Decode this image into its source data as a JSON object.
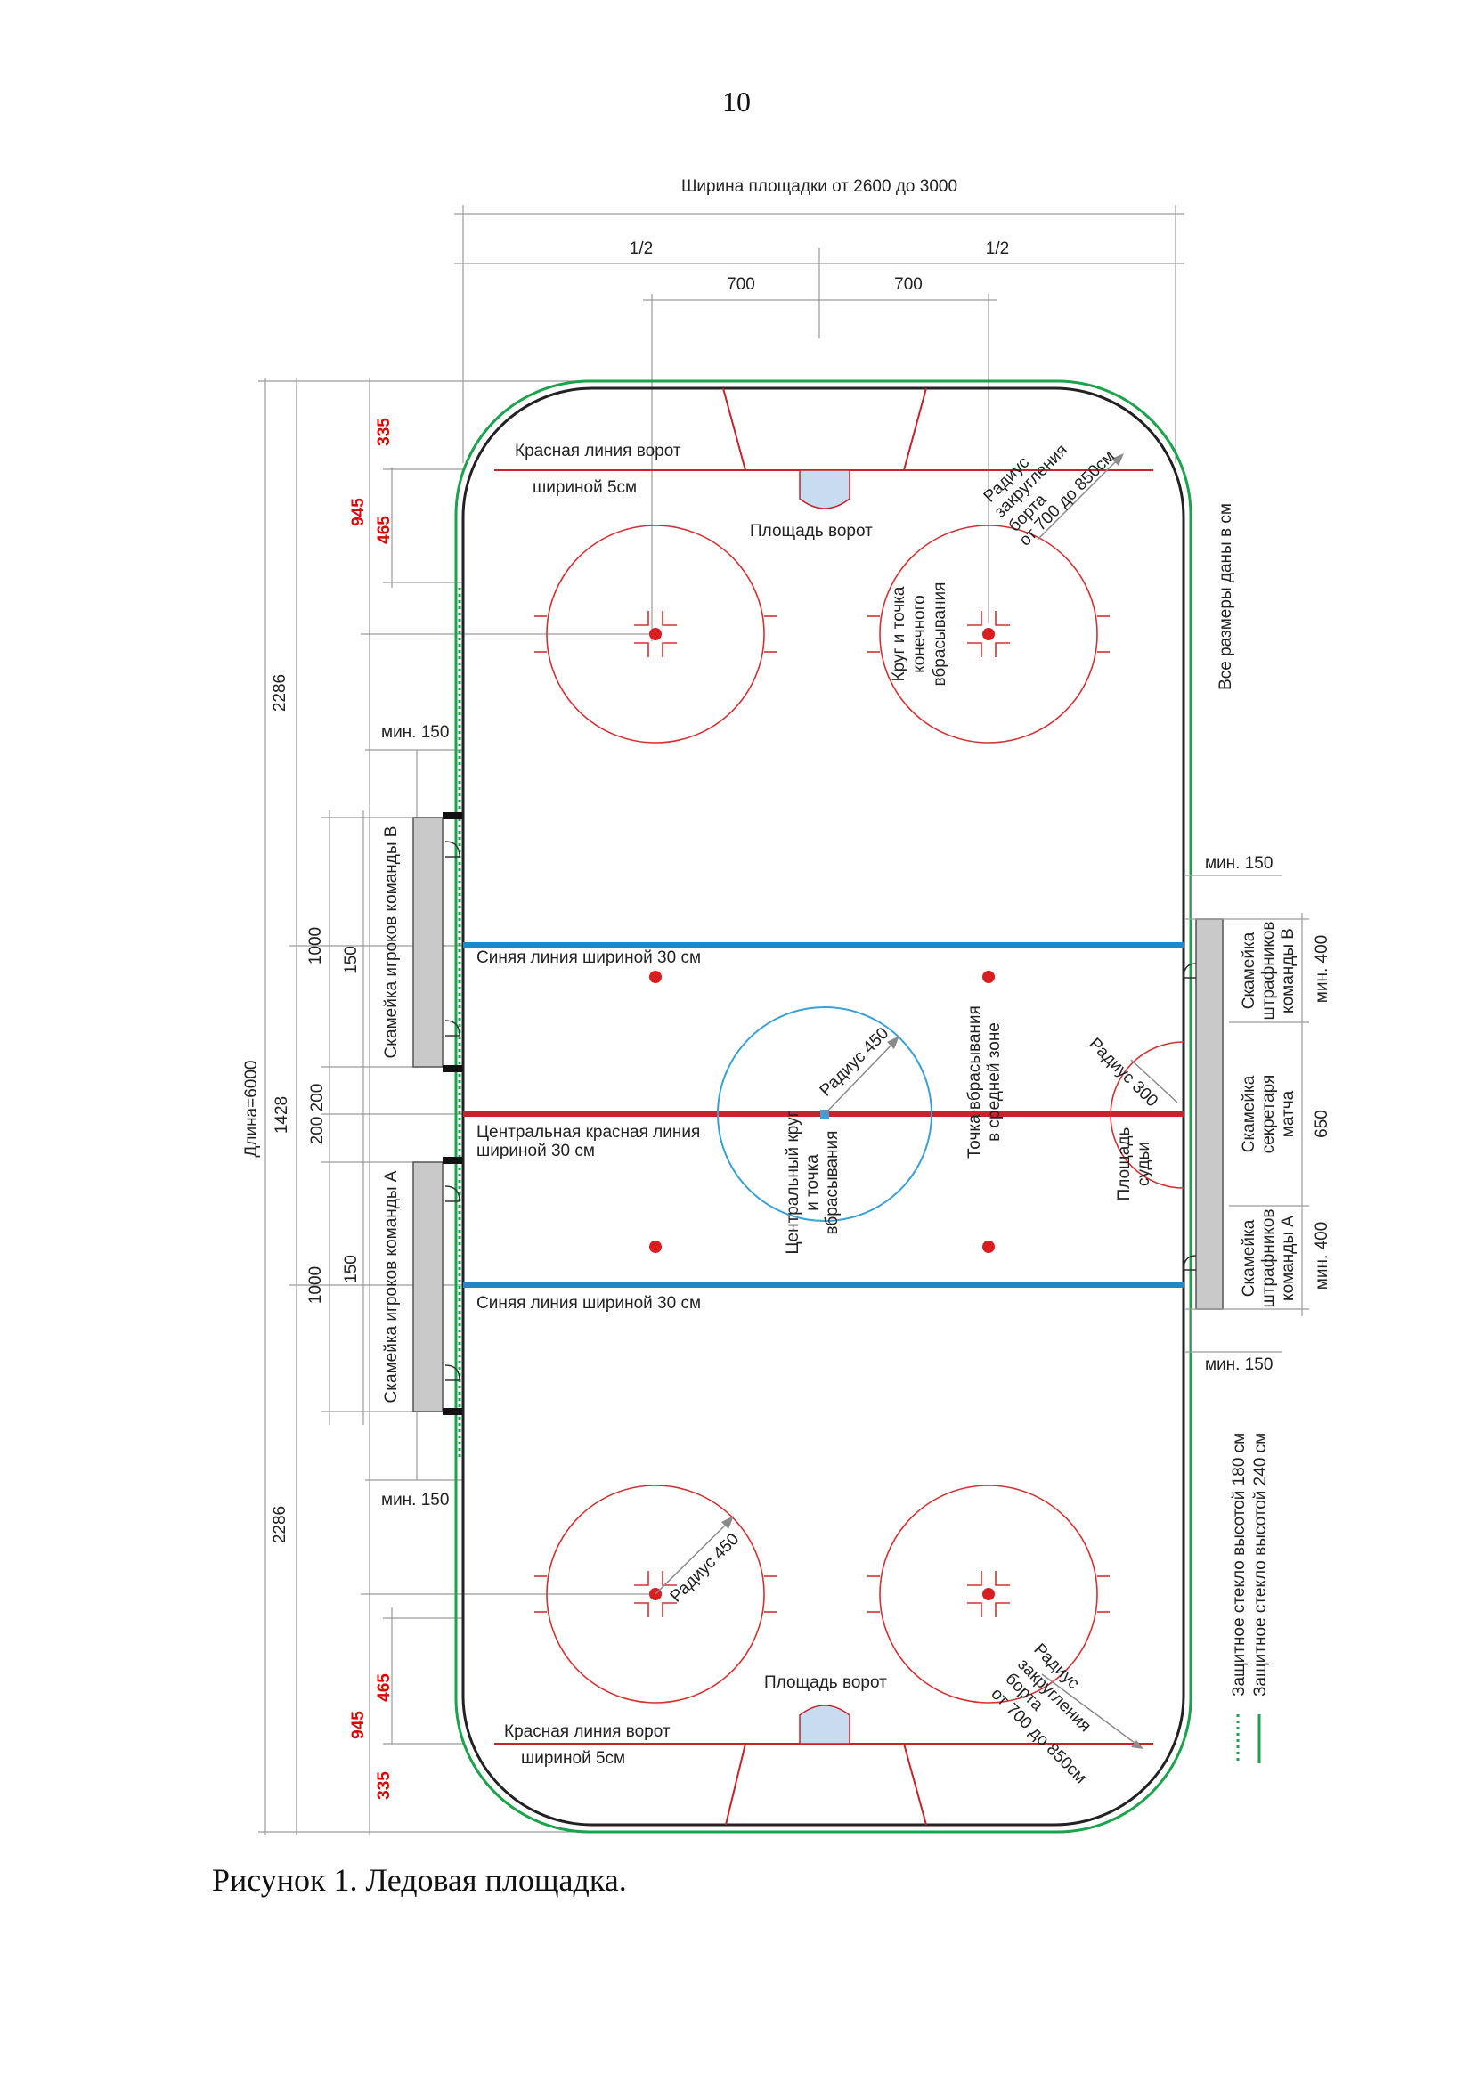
{
  "page_number": "10",
  "caption": "Рисунок 1. Ледовая площадка.",
  "colors": {
    "red_line": "#c8222a",
    "blue_line": "#1e88c9",
    "board_outline": "#222222",
    "glass_240": "#1aa34a",
    "glass_180": "#1aa34a",
    "crease_fill": "#c9dcef",
    "bench_fill": "#c9c9c9",
    "red_dim": "#e00000"
  },
  "top_dimensions": {
    "width": "Ширина площадки от 2600 до 3000",
    "half_left": "1/2",
    "half_right": "1/2",
    "faceoff_left": "700",
    "faceoff_right": "700"
  },
  "left_dimensions": {
    "length": "Длина=6000",
    "end_zone_top": "2286",
    "end_zone_bottom": "2286",
    "neutral": "1428",
    "goal_to_circle_top": "945",
    "goal_to_circle_bottom": "945",
    "end_to_goal_top": "335",
    "end_to_goal_bottom": "335",
    "goal_to_center_top": "465",
    "goal_to_center_bottom": "465",
    "bench_b_length": "1000",
    "bench_a_length": "1000",
    "bench_b_offset": "150",
    "bench_a_offset": "150",
    "bench_gap": "200 200",
    "min_top": "мин. 150",
    "min_bottom": "мин. 150"
  },
  "rink_labels": {
    "goal_line_top": "Красная линия ворот",
    "goal_line_top_width": "шириной 5см",
    "goal_crease_top": "Площадь ворот",
    "corner_radius_top": "Радиус закругления борта от 700 до 850см",
    "faceoff_circle": "Круг и точка конечного вбрасывания",
    "blue_line_top": "Синяя линия шириной 30 см",
    "center_line_1": "Центральная красная линия",
    "center_line_2": "шириной 30 см",
    "center_radius": "Радиус 450",
    "center_circle_1": "Центральный круг",
    "center_circle_2": "и точка",
    "center_circle_3": "вбрасывания",
    "neutral_spots_1": "Точка вбрасывания",
    "neutral_spots_2": "в средней зоне",
    "referee_radius": "Радиус 300",
    "referee_area_1": "Площадь",
    "referee_area_2": "судьи",
    "blue_line_bottom": "Синяя линия шириной 30 см",
    "circle_radius_bottom": "Радиус 450",
    "goal_crease_bottom": "Площадь ворот",
    "goal_line_bottom": "Красная линия ворот",
    "goal_line_bottom_width": "шириной 5см",
    "corner_radius_bottom": "Радиус закругления борта от 700 до 850см",
    "bench_b": "Скамейка игроков команды В",
    "bench_a": "Скамейка игроков команды А"
  },
  "right_labels": {
    "all_dims": "Все размеры даны в см",
    "min_150_top": "мин. 150",
    "min_150_bottom": "мин. 150",
    "penalty_b_1": "Скамейка",
    "penalty_b_2": "штрафников",
    "penalty_b_3": "команды В",
    "penalty_b_min": "мин. 400",
    "secretary_1": "Скамейка",
    "secretary_2": "секретаря",
    "secretary_3": "матча",
    "secretary_len": "650",
    "penalty_a_1": "Скамейка",
    "penalty_a_2": "штрафников",
    "penalty_a_3": "команды А",
    "penalty_a_min": "мин. 400",
    "legend_glass_180": "Защитное стекло высотой 180 см",
    "legend_glass_240": "Защитное стекло высотой 240 см"
  }
}
